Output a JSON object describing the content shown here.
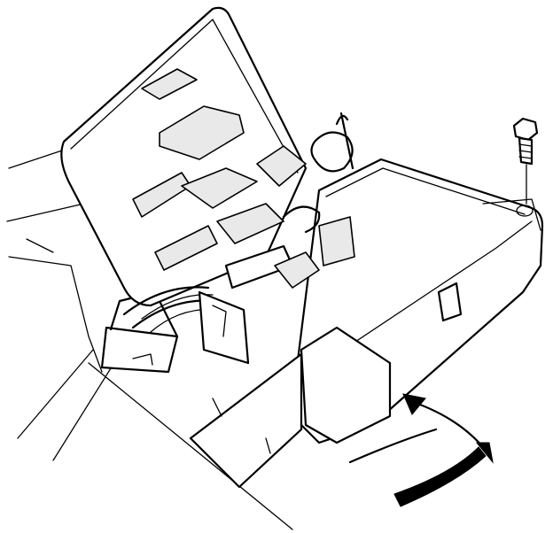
{
  "figure": {
    "parts": [
      "background-panel",
      "open-cover",
      "cover-clips",
      "wire-harness",
      "fuse-box-tray",
      "mounting-bolt",
      "wire-tie",
      "rotation-arrow"
    ],
    "colors": {
      "ink": "#000000",
      "paper": "#ffffff",
      "shade": "#e9e9e9"
    }
  }
}
